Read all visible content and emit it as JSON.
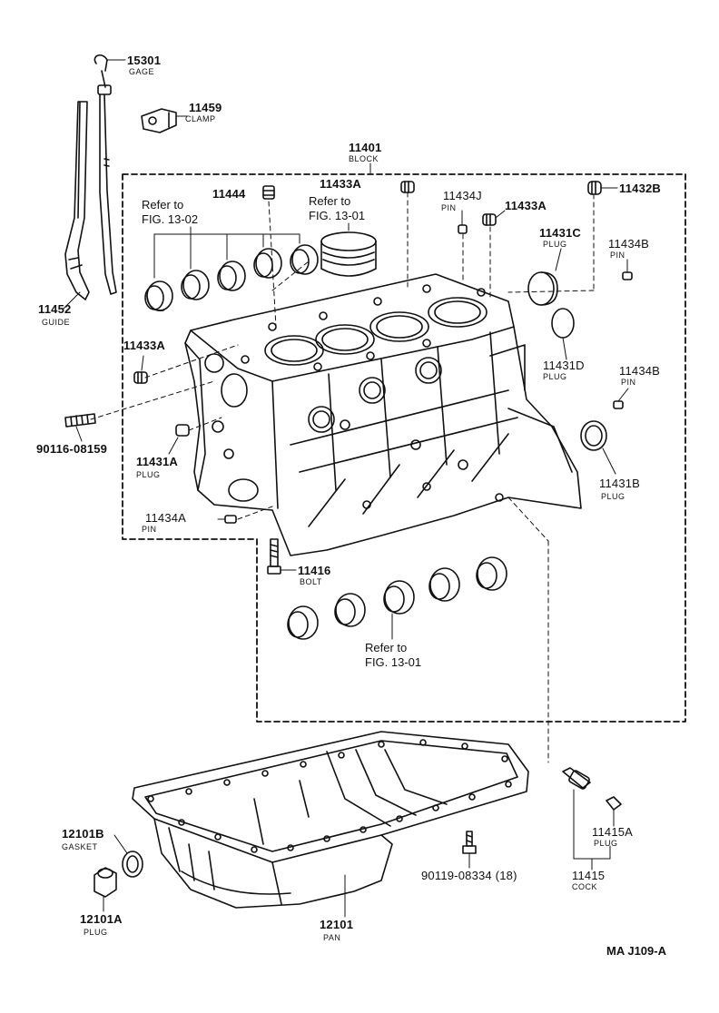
{
  "parts": {
    "gage": {
      "num": "15301",
      "name": "GAGE"
    },
    "clamp": {
      "num": "11459",
      "name": "CLAMP"
    },
    "guide": {
      "num": "11452",
      "name": "GUIDE"
    },
    "block": {
      "num": "11401",
      "name": "BLOCK"
    },
    "plug_11433a_top": {
      "num": "11433A"
    },
    "plug_11444": {
      "num": "11444"
    },
    "plug_11432b": {
      "num": "11432B"
    },
    "pin_11434j": {
      "num": "11434J",
      "name": "PIN"
    },
    "plug_11433a_mid": {
      "num": "11433A"
    },
    "plug_11431c": {
      "num": "11431C",
      "name": "PLUG"
    },
    "pin_11434b_top": {
      "num": "11434B",
      "name": "PIN"
    },
    "plug_11433a_left": {
      "num": "11433A"
    },
    "plug_11431d": {
      "num": "11431D",
      "name": "PLUG"
    },
    "pin_11434b_mid": {
      "num": "11434B",
      "name": "PIN"
    },
    "stud_90116": {
      "num": "90116-08159"
    },
    "plug_11431a": {
      "num": "11431A",
      "name": "PLUG"
    },
    "plug_11431b": {
      "num": "11431B",
      "name": "PLUG"
    },
    "pin_11434a": {
      "num": "11434A",
      "name": "PIN"
    },
    "bolt_11416": {
      "num": "11416",
      "name": "BOLT"
    },
    "gasket_12101b": {
      "num": "12101B",
      "name": "GASKET"
    },
    "plug_12101a": {
      "num": "12101A",
      "name": "PLUG"
    },
    "pan_12101": {
      "num": "12101",
      "name": "PAN"
    },
    "bolt_90119": {
      "num": "90119-08334 (18)"
    },
    "plug_11415a": {
      "num": "11415A",
      "name": "PLUG"
    },
    "cock_11415": {
      "num": "11415",
      "name": "COCK"
    }
  },
  "references": {
    "ref1": {
      "line1": "Refer to",
      "line2": "FIG. 13-02"
    },
    "ref2": {
      "line1": "Refer to",
      "line2": "FIG. 13-01"
    },
    "ref3": {
      "line1": "Refer to",
      "line2": "FIG. 13-01"
    }
  },
  "diagram_code": "MA  J109-A"
}
